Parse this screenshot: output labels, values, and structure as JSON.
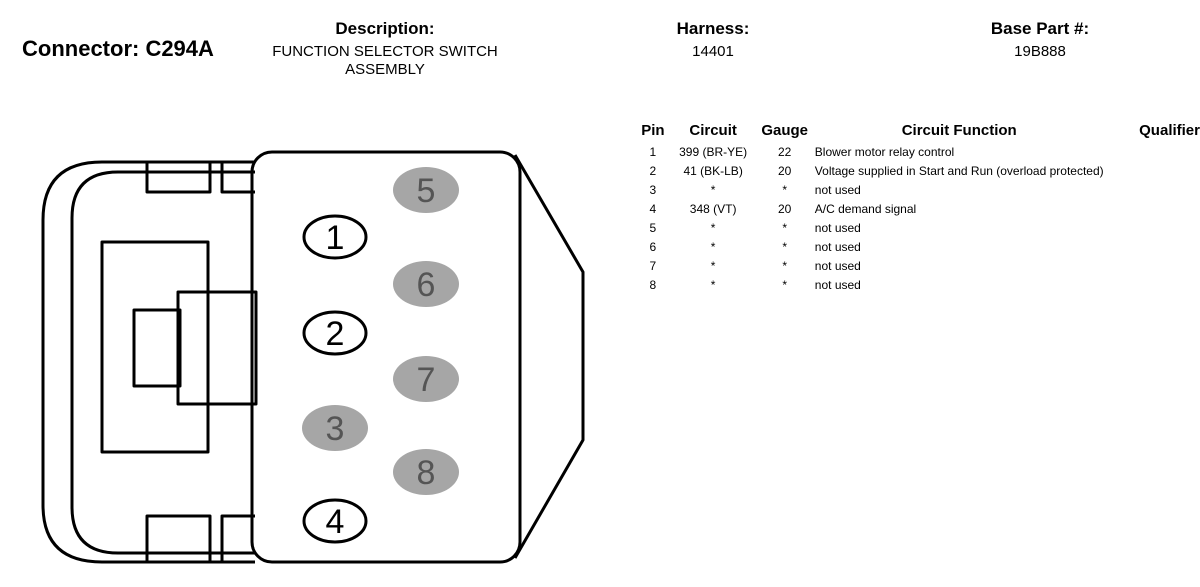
{
  "header": {
    "connector_label": "Connector: C294A",
    "description_label": "Description:",
    "description_line1": "FUNCTION SELECTOR SWITCH",
    "description_line2": "ASSEMBLY",
    "harness_label": "Harness:",
    "harness_value": "14401",
    "base_part_label": "Base Part #:",
    "base_part_value": "19B888"
  },
  "table": {
    "columns": [
      "Pin",
      "Circuit",
      "Gauge",
      "Circuit Function",
      "Qualifier"
    ],
    "rows": [
      {
        "pin": "1",
        "circuit": "399 (BR-YE)",
        "gauge": "22",
        "function": "Blower motor relay control",
        "qualifier": ""
      },
      {
        "pin": "2",
        "circuit": "41 (BK-LB)",
        "gauge": "20",
        "function": "Voltage supplied in Start and Run (overload protected)",
        "qualifier": ""
      },
      {
        "pin": "3",
        "circuit": "*",
        "gauge": "*",
        "function": "not used",
        "qualifier": ""
      },
      {
        "pin": "4",
        "circuit": "348 (VT)",
        "gauge": "20",
        "function": "A/C demand signal",
        "qualifier": ""
      },
      {
        "pin": "5",
        "circuit": "*",
        "gauge": "*",
        "function": "not used",
        "qualifier": ""
      },
      {
        "pin": "6",
        "circuit": "*",
        "gauge": "*",
        "function": "not used",
        "qualifier": ""
      },
      {
        "pin": "7",
        "circuit": "*",
        "gauge": "*",
        "function": "not used",
        "qualifier": ""
      },
      {
        "pin": "8",
        "circuit": "*",
        "gauge": "*",
        "function": "not used",
        "qualifier": ""
      }
    ]
  },
  "connector": {
    "pins": [
      {
        "number": "1",
        "used": true
      },
      {
        "number": "2",
        "used": true
      },
      {
        "number": "3",
        "used": false
      },
      {
        "number": "4",
        "used": true
      },
      {
        "number": "5",
        "used": false
      },
      {
        "number": "6",
        "used": false
      },
      {
        "number": "7",
        "used": false
      },
      {
        "number": "8",
        "used": false
      }
    ],
    "colors": {
      "used_fill": "#ffffff",
      "unused_fill": "#a6a6a6",
      "used_text": "#000000",
      "unused_text": "#555555"
    }
  }
}
